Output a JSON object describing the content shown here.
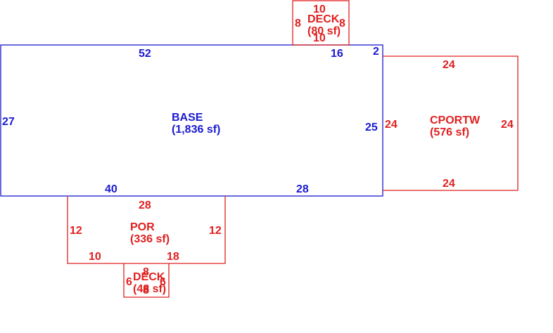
{
  "colors": {
    "base": "#1a1ad0",
    "addition": "#e02020"
  },
  "areas": {
    "base": {
      "name": "BASE",
      "area": "(1,836 sf)",
      "dims": {
        "top_left": "52",
        "top_right": "16",
        "notch": "2",
        "left": "27",
        "right": "25",
        "bottom_left": "40",
        "bottom_right": "28"
      }
    },
    "deck_top": {
      "name": "DECK",
      "area": "(80 sf)",
      "dims": {
        "top": "10",
        "bottom": "10",
        "left": "8",
        "right": "8"
      }
    },
    "cportw": {
      "name": "CPORTW",
      "area": "(576 sf)",
      "dims": {
        "top": "24",
        "bottom": "24",
        "left": "24",
        "right": "24"
      }
    },
    "por": {
      "name": "POR",
      "area": "(336 sf)",
      "dims": {
        "top": "28",
        "left": "12",
        "right": "12",
        "bottom_left": "10",
        "bottom_right": "18"
      }
    },
    "deck_bottom": {
      "name": "DECK",
      "area": "(48 sf)",
      "dims": {
        "top": "8",
        "bottom": "8",
        "left": "6",
        "right": "6"
      }
    }
  }
}
